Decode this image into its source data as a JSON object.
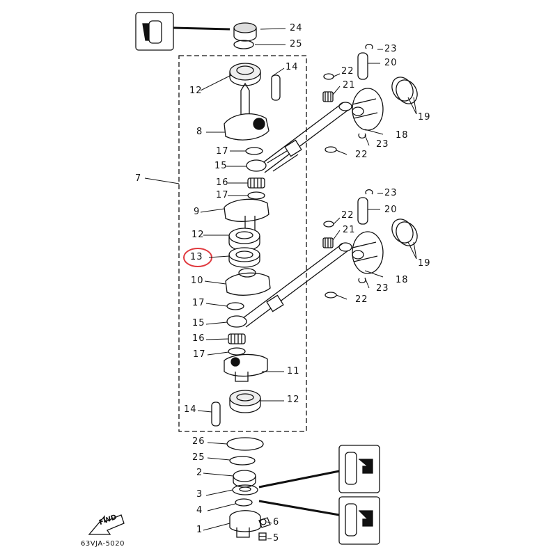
{
  "diagram": {
    "drawing_code": "63VJA-5020",
    "fwd_label": "FWD",
    "highlight_color": "#e0393e",
    "highlighted_part": "13",
    "labels": {
      "p1": "1",
      "p2": "2",
      "p3": "3",
      "p4": "4",
      "p5": "5",
      "p6": "6",
      "p7": "7",
      "p8": "8",
      "p9": "9",
      "p10": "10",
      "p11": "11",
      "p12a": "12",
      "p12b": "12",
      "p12c": "12",
      "p13": "13",
      "p14a": "14",
      "p14b": "14",
      "p15a": "15",
      "p15b": "15",
      "p16a": "16",
      "p16b": "16",
      "p17a": "17",
      "p17b": "17",
      "p17c": "17",
      "p17d": "17",
      "p18a": "18",
      "p18b": "18",
      "p19a": "19",
      "p19b": "19",
      "p20a": "20",
      "p20b": "20",
      "p21a": "21",
      "p21b": "21",
      "p22a": "22",
      "p22b": "22",
      "p22c": "22",
      "p22d": "22",
      "p23a": "23",
      "p23b": "23",
      "p23c": "23",
      "p23d": "23",
      "p24": "24",
      "p25a": "25",
      "p25b": "25",
      "p26": "26"
    }
  }
}
